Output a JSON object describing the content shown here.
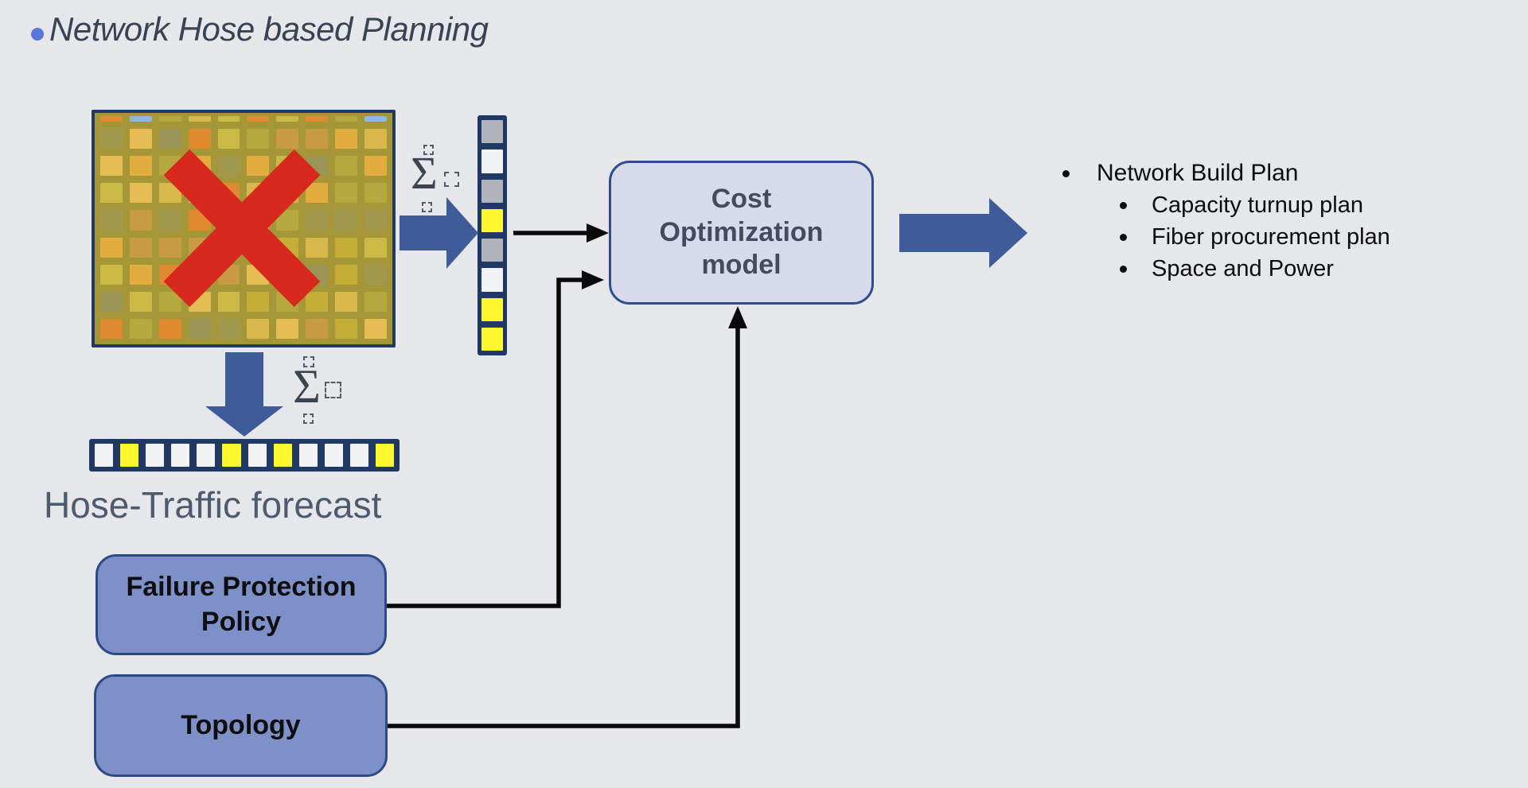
{
  "title": {
    "text": "Network Hose based Planning",
    "bullet_color": "#5b76d8"
  },
  "matrix": {
    "cols": 10,
    "rows": 8,
    "background": "#a59638",
    "border_color": "#1f3864",
    "cross_color": "#d7291d",
    "palette": [
      "#e2ac3e",
      "#cbb945",
      "#a0984d",
      "#df8a2e",
      "#d8b84a",
      "#b5a83e",
      "#c89a44",
      "#9a9456",
      "#e6bd55",
      "#c4ae38"
    ],
    "sliver_palette": [
      "#e2ac3e",
      "#cbb945",
      "#8fb7dd",
      "#df8a2e",
      "#d8b84a",
      "#b5a83e"
    ]
  },
  "sum_symbol": {
    "sigma": "Σ"
  },
  "column_vector": {
    "background": "#1f3864",
    "cells": [
      "gray",
      "white",
      "gray",
      "yellow",
      "gray",
      "white",
      "yellow",
      "yellow"
    ],
    "cell_colors": {
      "gray": "#b0b3ba",
      "white": "#f1f2f4",
      "yellow": "#fdf72e"
    }
  },
  "row_vector": {
    "background": "#1f3864",
    "cells": [
      "white",
      "yellow",
      "white",
      "white",
      "white",
      "yellow",
      "white",
      "yellow",
      "white",
      "white",
      "white",
      "yellow"
    ],
    "cell_colors": {
      "gray": "#b0b3ba",
      "white": "#f1f2f4",
      "yellow": "#fdf72e"
    }
  },
  "labels": {
    "hose_forecast": "Hose-Traffic forecast"
  },
  "boxes": {
    "cost_model": {
      "label": "Cost Optimization model",
      "fill": "#d6daeb",
      "border": "#2e4d8f",
      "text_color": "#454b5e"
    },
    "failure_policy": {
      "label": "Failure Protection Policy",
      "fill": "#7e90c8",
      "border": "#2c4a88",
      "text_color": "#0e0e10"
    },
    "topology": {
      "label": "Topology",
      "fill": "#7e90c8",
      "border": "#2c4a88",
      "text_color": "#0e0e10"
    }
  },
  "output_list": {
    "title": "Network Build Plan",
    "items": [
      "Capacity turnup plan",
      "Fiber procurement plan",
      "Space and Power"
    ]
  },
  "colors": {
    "background": "#e6e7eb",
    "navy": "#1f3864",
    "arrow_blue": "#3e5b9a",
    "connector": "#0a0a0a",
    "title_text": "#3a4354",
    "hose_label_text": "#4e5b6e",
    "output_text": "#0c0d0f"
  }
}
